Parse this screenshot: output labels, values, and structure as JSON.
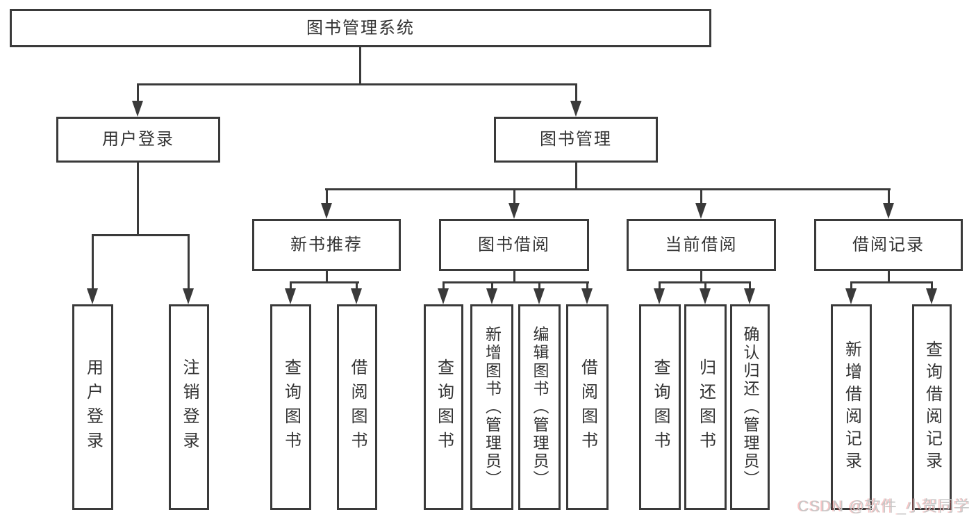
{
  "colors": {
    "line": "#3a3a3a",
    "text": "#333333",
    "background": "#ffffff",
    "watermark": "#c6c6c6"
  },
  "tree": {
    "label": "图书管理系统",
    "children": [
      {
        "label": "用户登录",
        "children": [
          {
            "label": "用户登录"
          },
          {
            "label": "注销登录"
          }
        ]
      },
      {
        "label": "图书管理",
        "children": [
          {
            "label": "新书推荐",
            "children": [
              {
                "label": "查询图书"
              },
              {
                "label": "借阅图书"
              }
            ]
          },
          {
            "label": "图书借阅",
            "children": [
              {
                "label": "查询图书"
              },
              {
                "label": "新增图书（管理员）"
              },
              {
                "label": "编辑图书（管理员）"
              },
              {
                "label": "借阅图书"
              }
            ]
          },
          {
            "label": "当前借阅",
            "children": [
              {
                "label": "查询图书"
              },
              {
                "label": "归还图书"
              },
              {
                "label": "确认归还（管理员）"
              }
            ]
          },
          {
            "label": "借阅记录",
            "children": [
              {
                "label": "新增借阅记录"
              },
              {
                "label": "查询借阅记录"
              }
            ]
          }
        ]
      }
    ]
  },
  "watermark": {
    "text": "CSDN @软件_小贺同学"
  }
}
